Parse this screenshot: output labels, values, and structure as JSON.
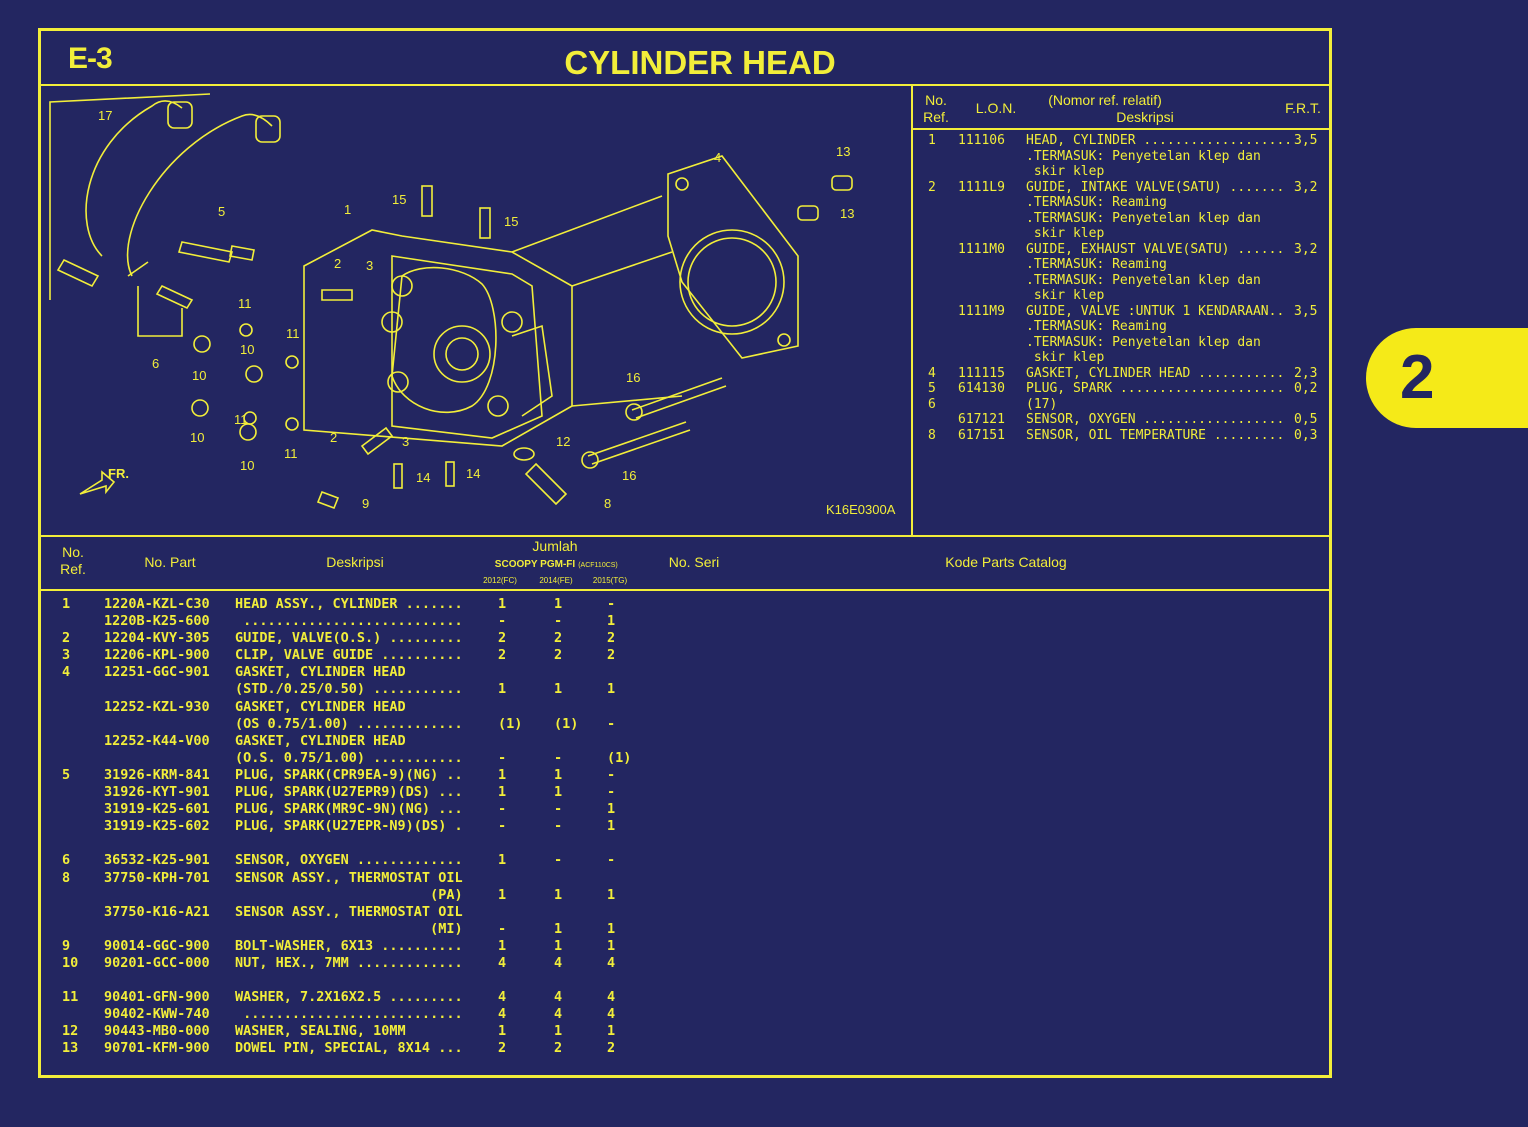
{
  "page": {
    "section_code": "E-3",
    "title": "CYLINDER HEAD",
    "tab_number": "2"
  },
  "diagram": {
    "code": "K16E0300A",
    "fr_label": "FR.",
    "callouts": [
      "17",
      "5",
      "6",
      "11",
      "10",
      "10",
      "11",
      "10",
      "11",
      "10",
      "11",
      "1",
      "15",
      "15",
      "2",
      "3",
      "2",
      "3",
      "9",
      "14",
      "14",
      "4",
      "13",
      "13",
      "16",
      "16",
      "12",
      "8"
    ]
  },
  "ref_table": {
    "headers": {
      "no_ref": "No.\nRef.",
      "lon": "L.O.N.",
      "nomor_ref": "(Nomor ref. relatif)",
      "deskripsi": "Deskripsi",
      "frt": "F.R.T."
    },
    "rows": [
      {
        "no": "1",
        "lon": "111106",
        "desc": "HEAD, CYLINDER ...................",
        "frt": "3,5"
      },
      {
        "no": "",
        "lon": "",
        "desc": ".TERMASUK: Penyetelan klep dan",
        "frt": ""
      },
      {
        "no": "",
        "lon": "",
        "desc": " skir klep",
        "frt": ""
      },
      {
        "no": "2",
        "lon": "1111L9",
        "desc": "GUIDE, INTAKE VALVE(SATU) .......",
        "frt": "3,2"
      },
      {
        "no": "",
        "lon": "",
        "desc": ".TERMASUK: Reaming",
        "frt": ""
      },
      {
        "no": "",
        "lon": "",
        "desc": ".TERMASUK: Penyetelan klep dan",
        "frt": ""
      },
      {
        "no": "",
        "lon": "",
        "desc": " skir klep",
        "frt": ""
      },
      {
        "no": "",
        "lon": "1111M0",
        "desc": "GUIDE, EXHAUST VALVE(SATU) ......",
        "frt": "3,2"
      },
      {
        "no": "",
        "lon": "",
        "desc": ".TERMASUK: Reaming",
        "frt": ""
      },
      {
        "no": "",
        "lon": "",
        "desc": ".TERMASUK: Penyetelan klep dan",
        "frt": ""
      },
      {
        "no": "",
        "lon": "",
        "desc": " skir klep",
        "frt": ""
      },
      {
        "no": "",
        "lon": "1111M9",
        "desc": "GUIDE, VALVE :UNTUK 1 KENDARAAN..",
        "frt": "3,5"
      },
      {
        "no": "",
        "lon": "",
        "desc": ".TERMASUK: Reaming",
        "frt": ""
      },
      {
        "no": "",
        "lon": "",
        "desc": ".TERMASUK: Penyetelan klep dan",
        "frt": ""
      },
      {
        "no": "",
        "lon": "",
        "desc": " skir klep",
        "frt": ""
      },
      {
        "no": "4",
        "lon": "111115",
        "desc": "GASKET, CYLINDER HEAD ...........",
        "frt": "2,3"
      },
      {
        "no": "5",
        "lon": "614130",
        "desc": "PLUG, SPARK .....................",
        "frt": "0,2"
      },
      {
        "no": "6",
        "lon": "",
        "desc": "(17)",
        "frt": ""
      },
      {
        "no": "",
        "lon": "617121",
        "desc": "SENSOR, OXYGEN ..................",
        "frt": "0,5"
      },
      {
        "no": "8",
        "lon": "617151",
        "desc": "SENSOR, OIL TEMPERATURE .........",
        "frt": "0,3"
      }
    ]
  },
  "parts_table": {
    "headers": {
      "no_ref": "No.\nRef.",
      "no_part": "No. Part",
      "deskripsi": "Deskripsi",
      "jumlah": "Jumlah",
      "model": "SCOOPY PGM-FI",
      "model_code": "(ACF110CS)",
      "years": [
        "2012(FC)",
        "2014(FE)",
        "2015(TG)"
      ],
      "no_seri": "No. Seri",
      "kode_parts": "Kode Parts Catalog"
    },
    "rows": [
      {
        "ref": "1",
        "part": "1220A-KZL-C30",
        "desc": "HEAD ASSY., CYLINDER .......",
        "q1": "1",
        "q2": "1",
        "q3": "-"
      },
      {
        "ref": "",
        "part": "1220B-K25-600",
        "desc": " ...........................",
        "q1": "-",
        "q2": "-",
        "q3": "1"
      },
      {
        "ref": "2",
        "part": "12204-KVY-305",
        "desc": "GUIDE, VALVE(O.S.) .........",
        "q1": "2",
        "q2": "2",
        "q3": "2"
      },
      {
        "ref": "3",
        "part": "12206-KPL-900",
        "desc": "CLIP, VALVE GUIDE ..........",
        "q1": "2",
        "q2": "2",
        "q3": "2"
      },
      {
        "ref": "4",
        "part": "12251-GGC-901",
        "desc": "GASKET, CYLINDER HEAD",
        "q1": "",
        "q2": "",
        "q3": ""
      },
      {
        "ref": "",
        "part": "",
        "desc": "(STD./0.25/0.50) ...........",
        "q1": "1",
        "q2": "1",
        "q3": "1"
      },
      {
        "ref": "",
        "part": "12252-KZL-930",
        "desc": "GASKET, CYLINDER HEAD",
        "q1": "",
        "q2": "",
        "q3": ""
      },
      {
        "ref": "",
        "part": "",
        "desc": "(OS 0.75/1.00) .............",
        "q1": "(1)",
        "q2": "(1)",
        "q3": "-"
      },
      {
        "ref": "",
        "part": "12252-K44-V00",
        "desc": "GASKET, CYLINDER HEAD",
        "q1": "",
        "q2": "",
        "q3": ""
      },
      {
        "ref": "",
        "part": "",
        "desc": "(O.S. 0.75/1.00) ...........",
        "q1": "-",
        "q2": "-",
        "q3": "(1)"
      },
      {
        "ref": "5",
        "part": "31926-KRM-841",
        "desc": "PLUG, SPARK(CPR9EA-9)(NG) ..",
        "q1": "1",
        "q2": "1",
        "q3": "-"
      },
      {
        "ref": "",
        "part": "31926-KYT-901",
        "desc": "PLUG, SPARK(U27EPR9)(DS) ...",
        "q1": "1",
        "q2": "1",
        "q3": "-"
      },
      {
        "ref": "",
        "part": "31919-K25-601",
        "desc": "PLUG, SPARK(MR9C-9N)(NG) ...",
        "q1": "-",
        "q2": "-",
        "q3": "1"
      },
      {
        "ref": "",
        "part": "31919-K25-602",
        "desc": "PLUG, SPARK(U27EPR-N9)(DS) .",
        "q1": "-",
        "q2": "-",
        "q3": "1"
      },
      {
        "ref": "",
        "part": "",
        "desc": "",
        "q1": "",
        "q2": "",
        "q3": ""
      },
      {
        "ref": "6",
        "part": "36532-K25-901",
        "desc": "SENSOR, OXYGEN .............",
        "q1": "1",
        "q2": "-",
        "q3": "-"
      },
      {
        "ref": "8",
        "part": "37750-KPH-701",
        "desc": "SENSOR ASSY., THERMOSTAT OIL",
        "q1": "",
        "q2": "",
        "q3": ""
      },
      {
        "ref": "",
        "part": "",
        "desc": "                        (PA)",
        "q1": "1",
        "q2": "1",
        "q3": "1"
      },
      {
        "ref": "",
        "part": "37750-K16-A21",
        "desc": "SENSOR ASSY., THERMOSTAT OIL",
        "q1": "",
        "q2": "",
        "q3": ""
      },
      {
        "ref": "",
        "part": "",
        "desc": "                        (MI)",
        "q1": "-",
        "q2": "1",
        "q3": "1"
      },
      {
        "ref": "9",
        "part": "90014-GGC-900",
        "desc": "BOLT-WASHER, 6X13 ..........",
        "q1": "1",
        "q2": "1",
        "q3": "1"
      },
      {
        "ref": "10",
        "part": "90201-GCC-000",
        "desc": "NUT, HEX., 7MM .............",
        "q1": "4",
        "q2": "4",
        "q3": "4"
      },
      {
        "ref": "",
        "part": "",
        "desc": "",
        "q1": "",
        "q2": "",
        "q3": ""
      },
      {
        "ref": "11",
        "part": "90401-GFN-900",
        "desc": "WASHER, 7.2X16X2.5 .........",
        "q1": "4",
        "q2": "4",
        "q3": "4"
      },
      {
        "ref": "",
        "part": "90402-KWW-740",
        "desc": " ...........................",
        "q1": "4",
        "q2": "4",
        "q3": "4"
      },
      {
        "ref": "12",
        "part": "90443-MB0-000",
        "desc": "WASHER, SEALING, 10MM",
        "q1": "1",
        "q2": "1",
        "q3": "1"
      },
      {
        "ref": "13",
        "part": "90701-KFM-900",
        "desc": "DOWEL PIN, SPECIAL, 8X14 ...",
        "q1": "2",
        "q2": "2",
        "q3": "2"
      }
    ]
  }
}
